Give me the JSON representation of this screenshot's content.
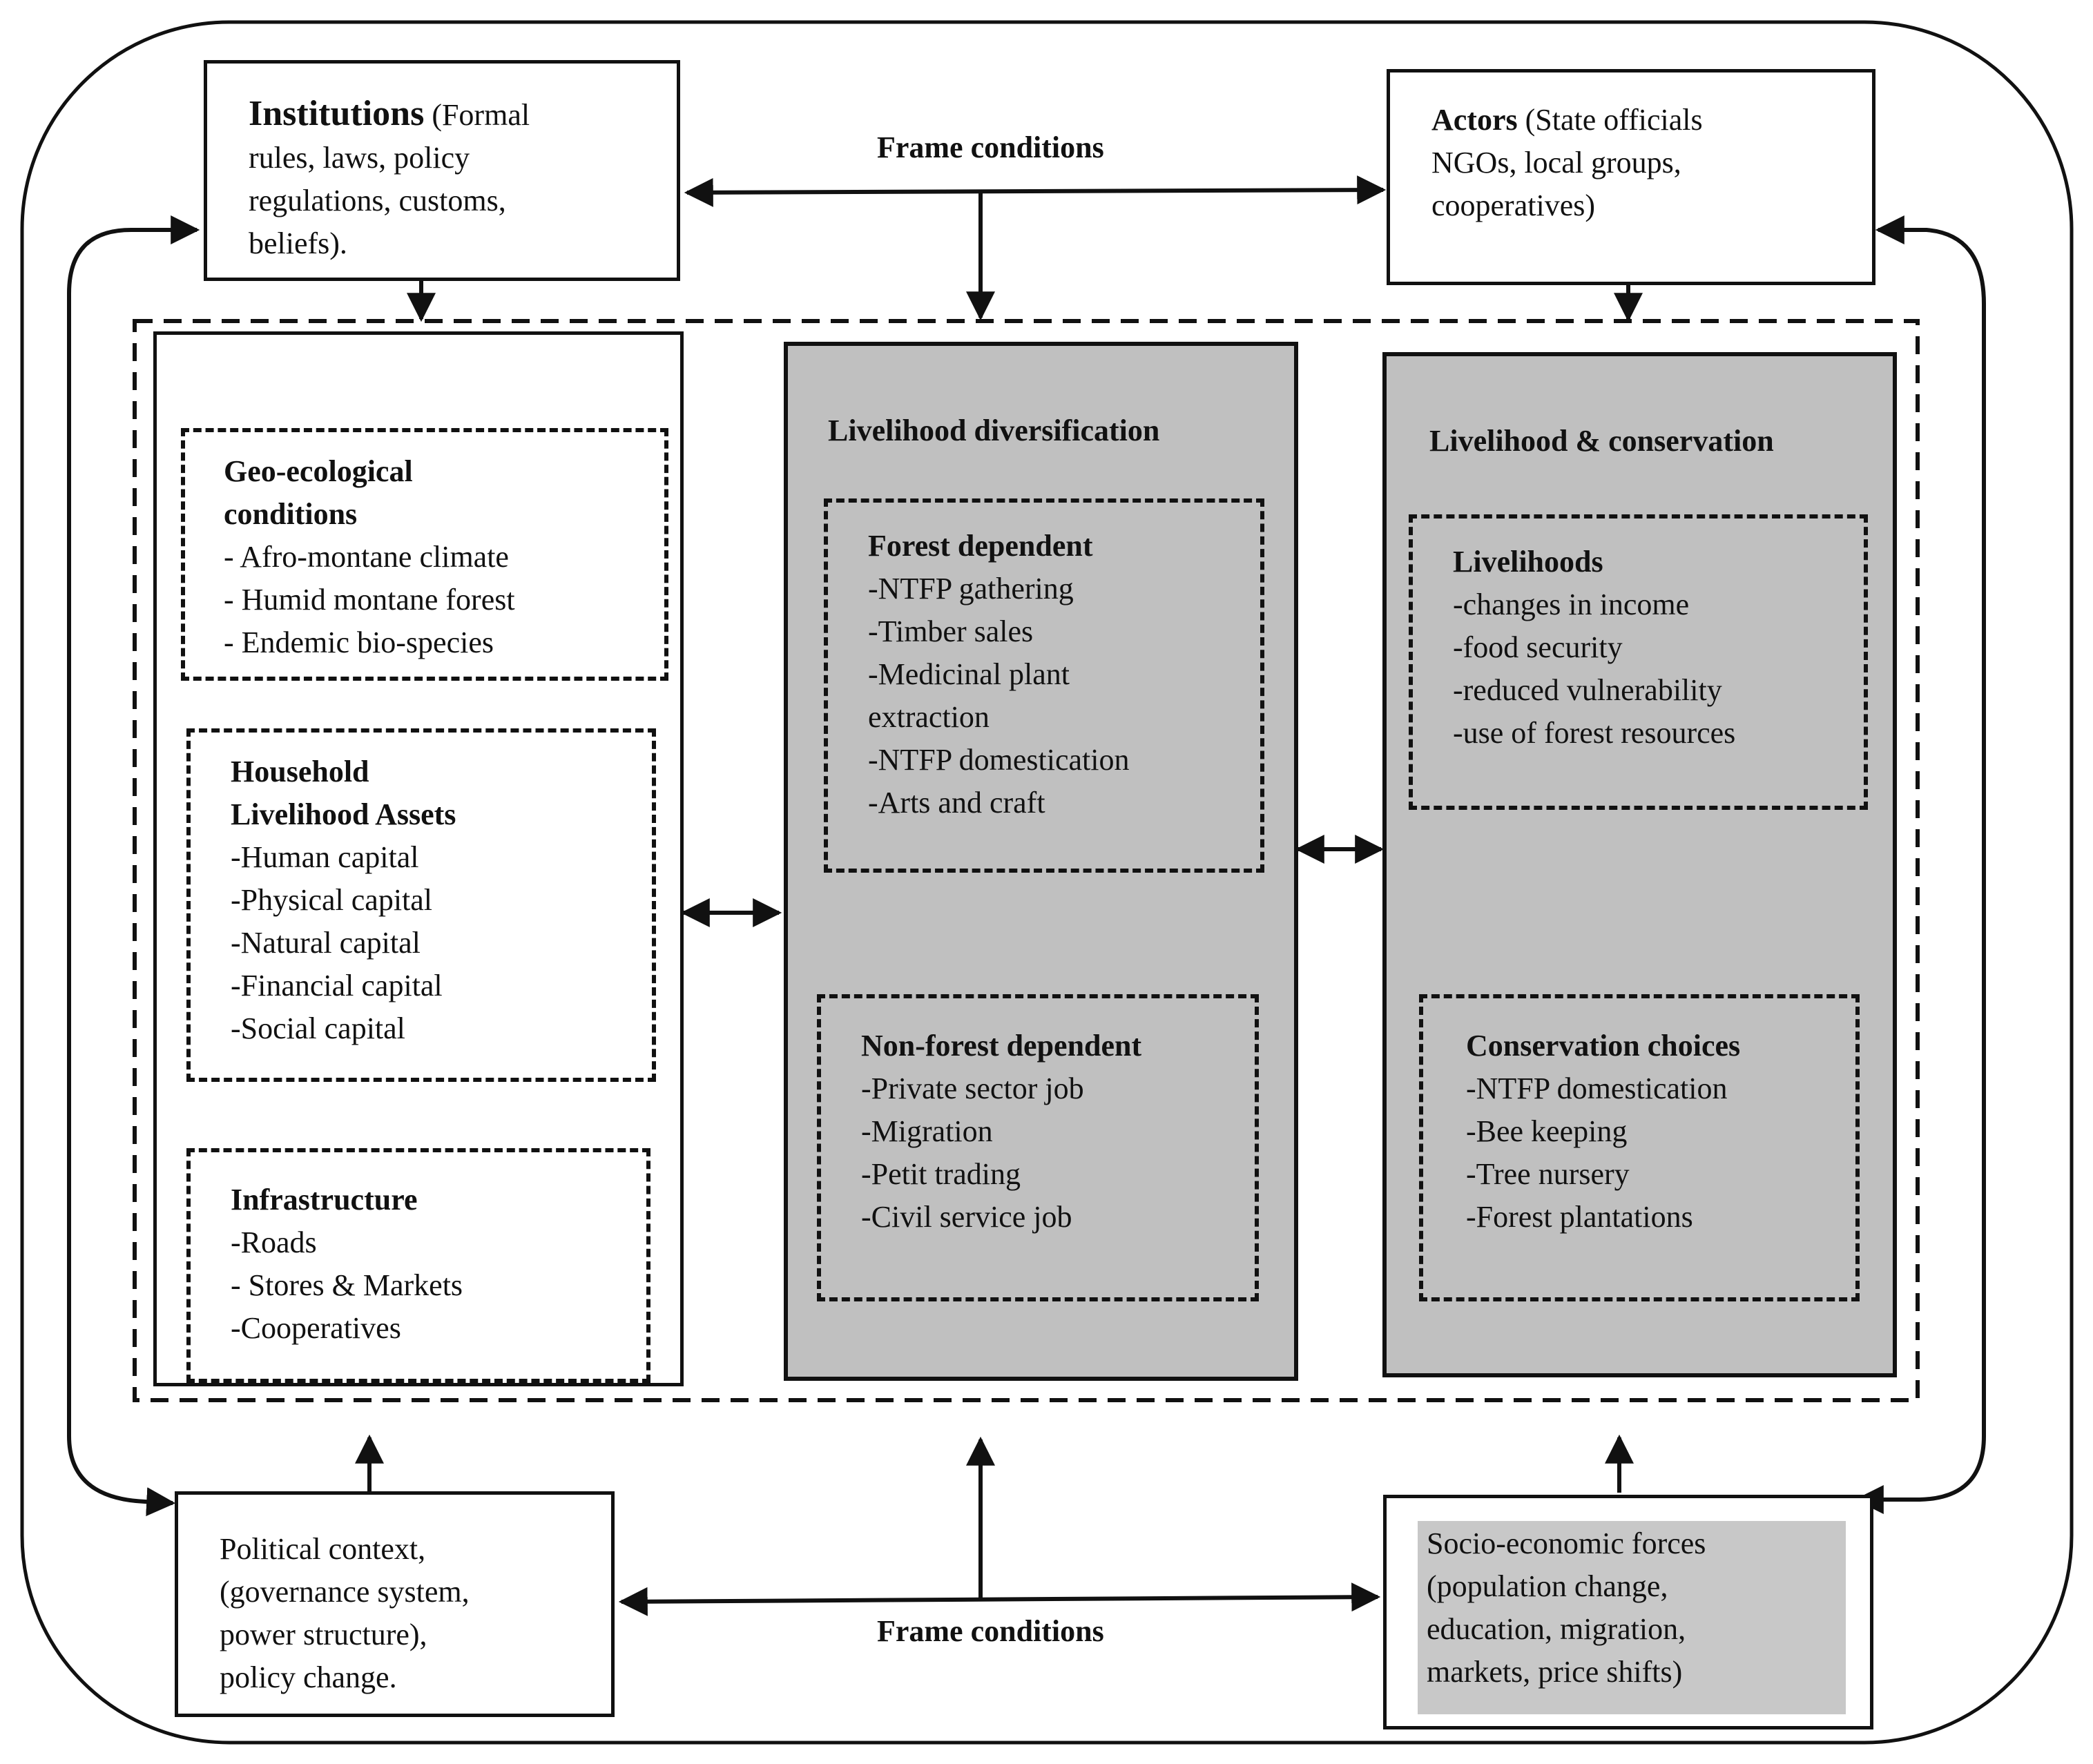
{
  "frame_conditions_top": "Frame conditions",
  "frame_conditions_bottom": "Frame conditions",
  "institutions": {
    "title": "Institutions",
    "lines": [
      "(Formal",
      "rules, laws, policy",
      "regulations, customs,",
      "beliefs)."
    ]
  },
  "actors": {
    "title": "Actors",
    "lines": [
      "(State officials",
      "NGOs, local groups,",
      "cooperatives)"
    ]
  },
  "geo": {
    "title1": "Geo-ecological",
    "title2": "conditions",
    "items": [
      "- Afro-montane climate",
      "- Humid montane forest",
      "- Endemic bio-species"
    ]
  },
  "household": {
    "title1": "Household",
    "title2": "Livelihood Assets",
    "items": [
      "-Human capital",
      "-Physical capital",
      "-Natural capital",
      "-Financial capital",
      "-Social capital"
    ]
  },
  "infrastructure": {
    "title": "Infrastructure",
    "items": [
      "-Roads",
      "- Stores & Markets",
      "-Cooperatives"
    ]
  },
  "diversification": {
    "title": "Livelihood diversification",
    "forest": {
      "title": "Forest dependent",
      "items": [
        "-NTFP gathering",
        "-Timber sales",
        "-Medicinal plant",
        "extraction",
        "-NTFP domestication",
        "-Arts and craft"
      ]
    },
    "nonforest": {
      "title": "Non-forest dependent",
      "items": [
        "-Private sector job",
        "-Migration",
        "-Petit trading",
        "-Civil service job"
      ]
    }
  },
  "conservation": {
    "title": "Livelihood & conservation",
    "livelihoods": {
      "title": "Livelihoods",
      "items": [
        "-changes in income",
        "-food security",
        "-reduced vulnerability",
        "-use of forest resources"
      ]
    },
    "choices": {
      "title": "Conservation choices",
      "items": [
        "-NTFP domestication",
        "-Bee keeping",
        "-Tree nursery",
        "-Forest plantations"
      ]
    }
  },
  "political": {
    "lines": [
      "Political context,",
      "(governance system,",
      "power structure),",
      "policy change."
    ]
  },
  "socio": {
    "lines": [
      "Socio-economic forces",
      "(population change,",
      "education, migration,",
      "markets, price shifts)"
    ]
  }
}
